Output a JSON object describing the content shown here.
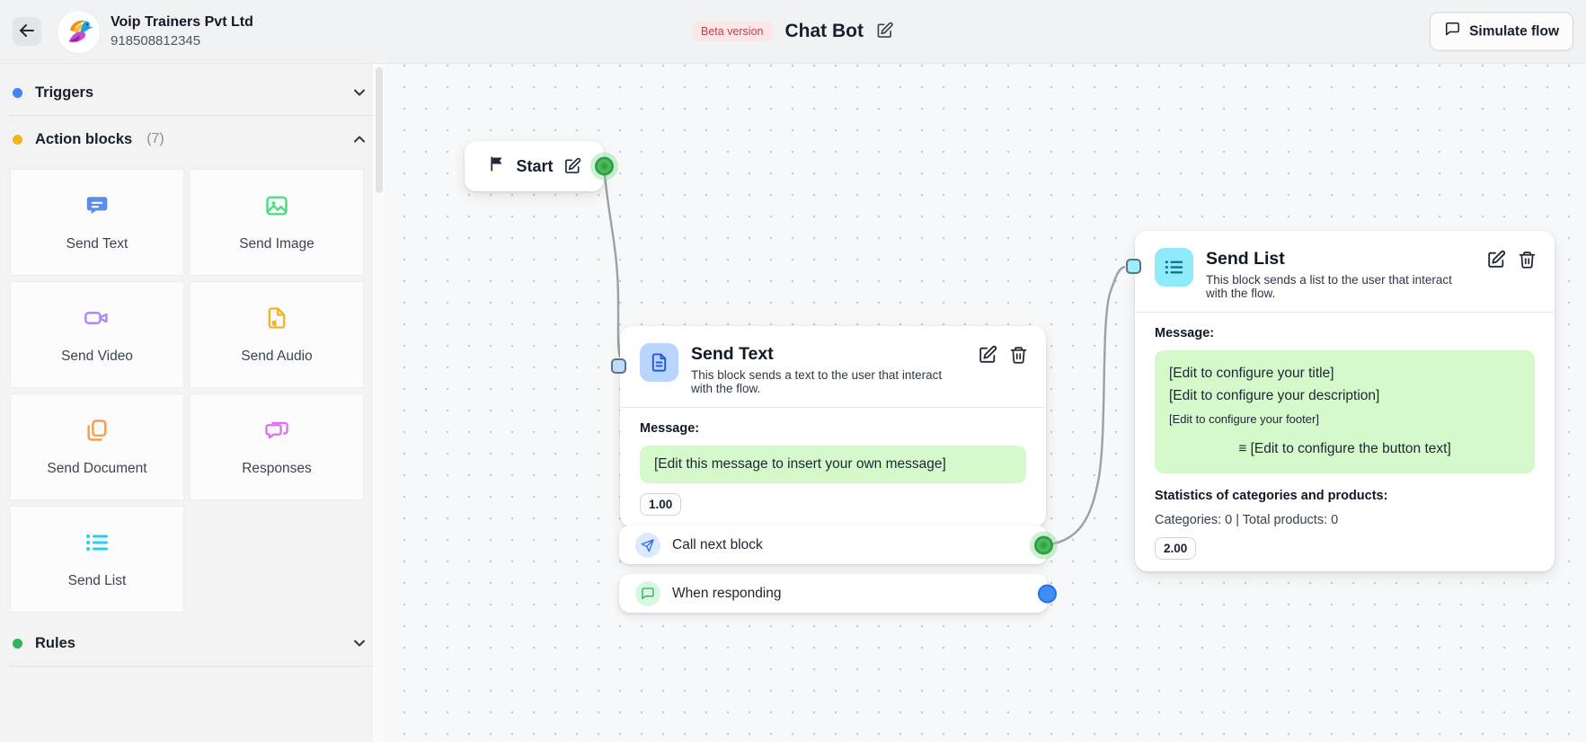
{
  "header": {
    "company_name": "Voip Trainers Pvt Ltd",
    "company_phone": "918508812345",
    "beta_badge": "Beta version",
    "title": "Chat Bot",
    "simulate_label": "Simulate flow"
  },
  "sidebar": {
    "triggers_label": "Triggers",
    "action_blocks_label": "Action blocks",
    "action_blocks_count": "(7)",
    "rules_label": "Rules",
    "action_blocks": [
      {
        "label": "Send Text",
        "icon": "message-text-icon",
        "color": "#5b8def"
      },
      {
        "label": "Send Image",
        "icon": "image-icon",
        "color": "#4ade80"
      },
      {
        "label": "Send Video",
        "icon": "video-camera-icon",
        "color": "#a78bfa"
      },
      {
        "label": "Send Audio",
        "icon": "audio-file-icon",
        "color": "#f0b429"
      },
      {
        "label": "Send Document",
        "icon": "copy-document-icon",
        "color": "#f59e4b"
      },
      {
        "label": "Responses",
        "icon": "chat-bubbles-icon",
        "color": "#e06df2"
      },
      {
        "label": "Send List",
        "icon": "list-icon",
        "color": "#25d0ee"
      }
    ]
  },
  "canvas": {
    "start": {
      "label": "Start"
    },
    "send_text": {
      "title": "Send Text",
      "description": "This block sends a text to the user that interact with the flow.",
      "message_label": "Message:",
      "message_value": "[Edit this message to insert your own message]",
      "order_badge": "1.00",
      "outputs": [
        {
          "label": "Call next block"
        },
        {
          "label": "When responding"
        }
      ]
    },
    "send_list": {
      "title": "Send List",
      "description": "This block sends a list to the user that interact with the flow.",
      "message_label": "Message:",
      "message_title": "[Edit to configure your title]",
      "message_description": "[Edit to configure your description]",
      "message_footer": "[Edit to configure your footer]",
      "menu_glyph": "≡",
      "message_button": "[Edit to configure the button text]",
      "stats_label": "Statistics of categories and products:",
      "stats_value": "Categories: 0 | Total products: 0",
      "order_badge": "2.00"
    }
  },
  "colors": {
    "header_bg": "#f1f2f3",
    "canvas_bg": "#f7f8f9",
    "message_highlight": "#d6f9cc",
    "beta_badge_bg": "#fbe7e8",
    "beta_badge_text": "#c0404d",
    "connector_green": "#2f9e44",
    "connector_blue": "#3f8ef6",
    "edge_line": "#9aa1a8"
  }
}
